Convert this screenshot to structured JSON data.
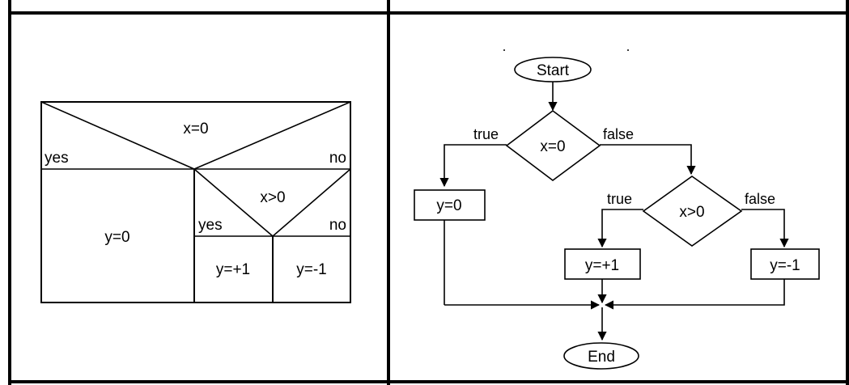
{
  "nassi_shneiderman": {
    "condition1": "x=0",
    "yes1": "yes",
    "no1": "no",
    "action_yes1": "y=0",
    "condition2": "x>0",
    "yes2": "yes",
    "no2": "no",
    "action_yes2": "y=+1",
    "action_no2": "y=-1"
  },
  "flowchart": {
    "start": "Start",
    "end": "End",
    "decision1": "x=0",
    "decision1_true": "true",
    "decision1_false": "false",
    "process_true1": "y=0",
    "decision2": "x>0",
    "decision2_true": "true",
    "decision2_false": "false",
    "process_true2": "y=+1",
    "process_false2": "y=-1"
  }
}
